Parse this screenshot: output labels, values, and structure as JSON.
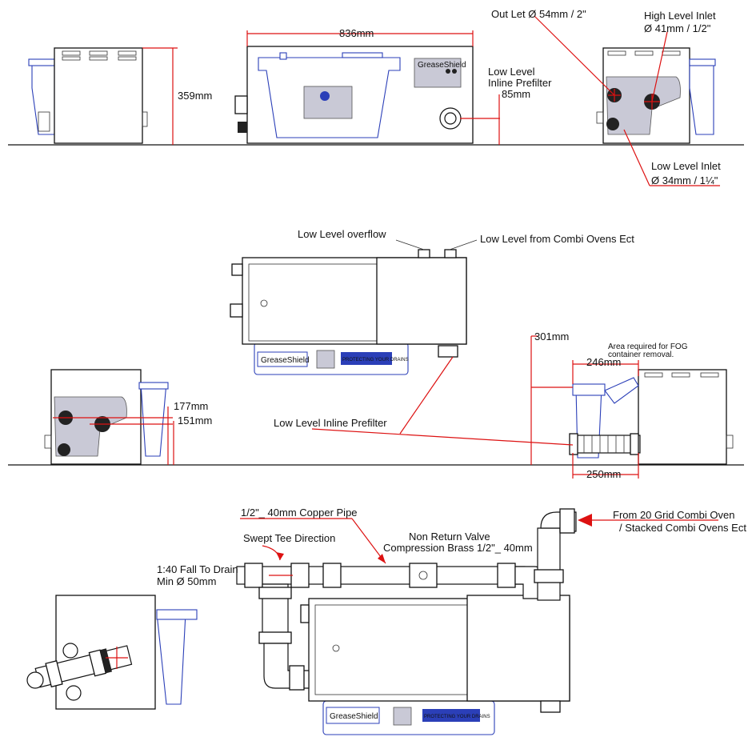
{
  "dimensions": {
    "width_top": "836mm",
    "height_top": "359mm",
    "prefilter_height": "85mm",
    "clearance_height": "301mm",
    "fog_width": "246mm",
    "prefilter_width": "250mm",
    "inlet_height_high": "177mm",
    "inlet_height_low": "151mm"
  },
  "callouts": {
    "outlet": "Out Let Ø  54mm / 2\"",
    "high_inlet_line1": "High Level Inlet",
    "high_inlet_line2": "Ø  41mm / 1/2\"",
    "low_inline_prefilter_line1": "Low Level",
    "low_inline_prefilter_line2": "Inline Prefilter",
    "low_inlet_line1": "Low Level Inlet",
    "low_inlet_line2": "Ø  34mm / 1¼\"",
    "low_overflow": "Low Level overflow",
    "low_from_combi": "Low Level from Combi Ovens Ect",
    "low_inline_prefilter_mid": "Low Level Inline Prefilter",
    "fog_area_line1": "Area required for FOG",
    "fog_area_line2": "container removal.",
    "copper_pipe": "1/2\"_ 40mm  Copper Pipe",
    "swept_tee": "Swept Tee Direction",
    "nrv_line1": "Non Return Valve",
    "nrv_line2": "Compression Brass 1/2\"_ 40mm",
    "fall_line1": "1:40 Fall To Drain",
    "fall_line2": "Min Ø 50mm",
    "combi_line1": "From 20 Grid Combi Oven",
    "combi_line2": "/ Stacked Combi Ovens Ect"
  },
  "brand": {
    "name": "GreaseShield",
    "tagline": "PROTECTING YOUR DRAINS"
  },
  "colors": {
    "annotation_red": "#d11111",
    "outline_blue": "#2b3fb8",
    "label_grey": "#c9c9d6"
  }
}
